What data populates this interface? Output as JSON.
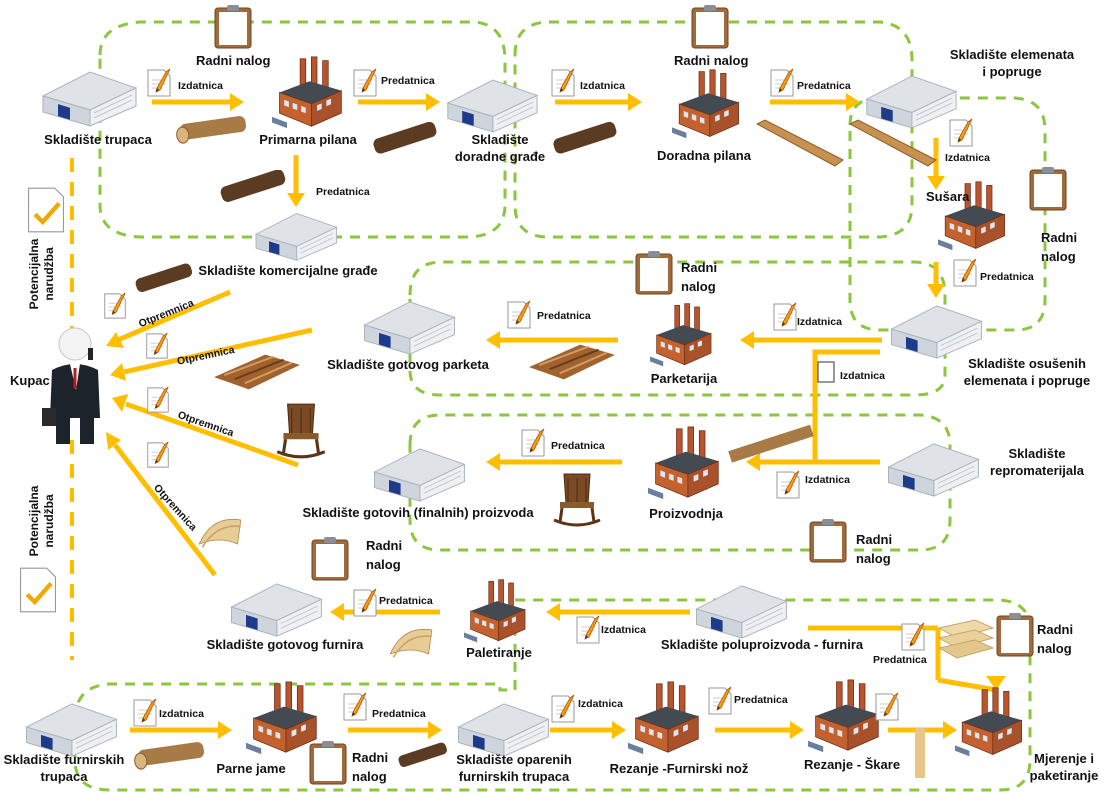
{
  "colors": {
    "arrow": "#ffbf00",
    "dashed_boundary": "#8cc63f",
    "dashed_order": "#ffbf00",
    "roof": "#dfe3e8",
    "wall": "#eef0f3",
    "door": "#1e3a8a",
    "brick": "#b8552e",
    "wood": "#a87a45"
  },
  "labels": {
    "skl_trupaca": "Skladište trupaca",
    "primarna_pilana": "Primarna pilana",
    "skl_doradne": "Skladište\ndoradne građe",
    "doradna_pilana": "Doradna pilana",
    "skl_elemenata": "Skladište elemenata\ni popruge",
    "susara": "Sušara",
    "skl_komercijalne": "Skladište komercijalne građe",
    "skl_osusenih": "Skladište osušenih\nelemenata i popruge",
    "skl_parketa": "Skladište gotovog parketa",
    "parketarija": "Parketarija",
    "skl_repromaterijala": "Skladište\nrepromaterijala",
    "proizvodnja": "Proizvodnja",
    "skl_gotovih": "Skladište gotovih (finalnih) proizvoda",
    "skl_furnira": "Skladište gotovog furnira",
    "paletiranje": "Paletiranje",
    "skl_poluproizvoda": "Skladište poluproizvoda - furnira",
    "skl_furnirskih": "Skladište furnirskih\ntrupaca",
    "parne_jame": "Parne jame",
    "skl_oparenih": "Skladište oparenih\nfurnirskih trupaca",
    "rezanje_noz": "Rezanje -Furnirski nož",
    "rezanje_skare": "Rezanje - Škare",
    "mjerenje": "Mjerenje i\npaketiranje",
    "kupac": "Kupac",
    "radni_nalog": "Radni nalog",
    "radni_nalog_2": "Radni\nnalog",
    "potencijalna": "Potencijalna\nnarudžba"
  },
  "doc_labels": {
    "izdatnica": "Izdatnica",
    "predatnica": "Predatnica",
    "otpremnica": "Otpremnica"
  }
}
